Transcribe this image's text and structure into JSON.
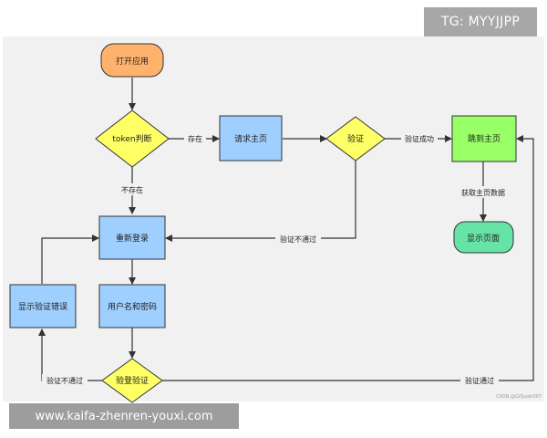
{
  "badge": {
    "text": "TG: MYYJJPP"
  },
  "banner": {
    "text": "www.kaifa-zhenren-youxi.com"
  },
  "watermark": {
    "text": "CSDN @GITyuzh007"
  },
  "colors": {
    "start": "#ffb26b",
    "decision": "#ffff66",
    "process": "#9fcfff",
    "success": "#99ff66",
    "end": "#66e3a6",
    "stroke": "#333333"
  },
  "nodes": {
    "open_app": "打开应用",
    "token_check": "token判断",
    "request_home": "请求主页",
    "verify": "验证",
    "go_home": "跳到主页",
    "show_page": "显示页面",
    "relogin": "重新登录",
    "credentials": "用户名和密码",
    "login_verify": "验登验证",
    "show_error": "显示验证错误"
  },
  "edges": {
    "exists": "存在",
    "not_exists": "不存在",
    "verify_success": "验证成功",
    "fetch_data": "获取主页数据",
    "verify_fail_top": "验证不通过",
    "verify_fail_bottom": "验证不通过",
    "verify_pass": "验证通过"
  }
}
